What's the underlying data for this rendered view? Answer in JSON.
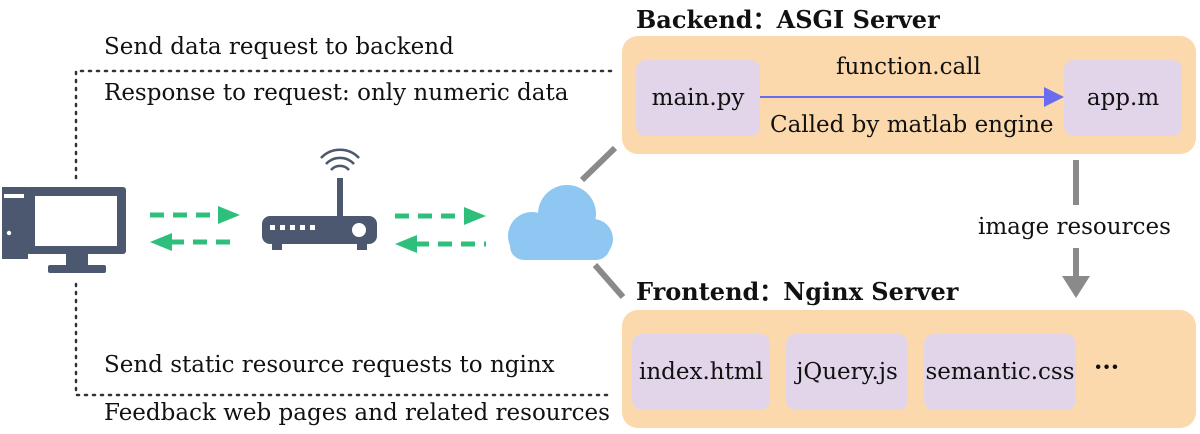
{
  "backend": {
    "title": "Backend：ASGI Server",
    "left_box": "main.py",
    "right_box": "app.m",
    "call_label_top": "function.call",
    "call_label_bottom": "Called by matlab engine"
  },
  "frontend": {
    "title": "Frontend：Nginx Server",
    "files": [
      "index.html",
      "jQuery.js",
      "semantic.css"
    ],
    "more": "···"
  },
  "transfer_label": "image resources",
  "top_request": "Send data request to backend",
  "top_response": "Response to request: only numeric data",
  "bottom_request": "Send static resource requests to nginx",
  "bottom_response": "Feedback web pages and related resources",
  "icons": {
    "client": "computer-icon",
    "router": "router-icon",
    "network": "cloud-icon"
  },
  "colors": {
    "panel": "#fbd9ad",
    "box": "#e2d5ea",
    "green_arrow": "#2fbf7c",
    "icon": "#4b5870",
    "cloud": "#8ec7f2",
    "call_arrow": "#6a6cf0",
    "gray_arrow": "#8a8a8a"
  }
}
